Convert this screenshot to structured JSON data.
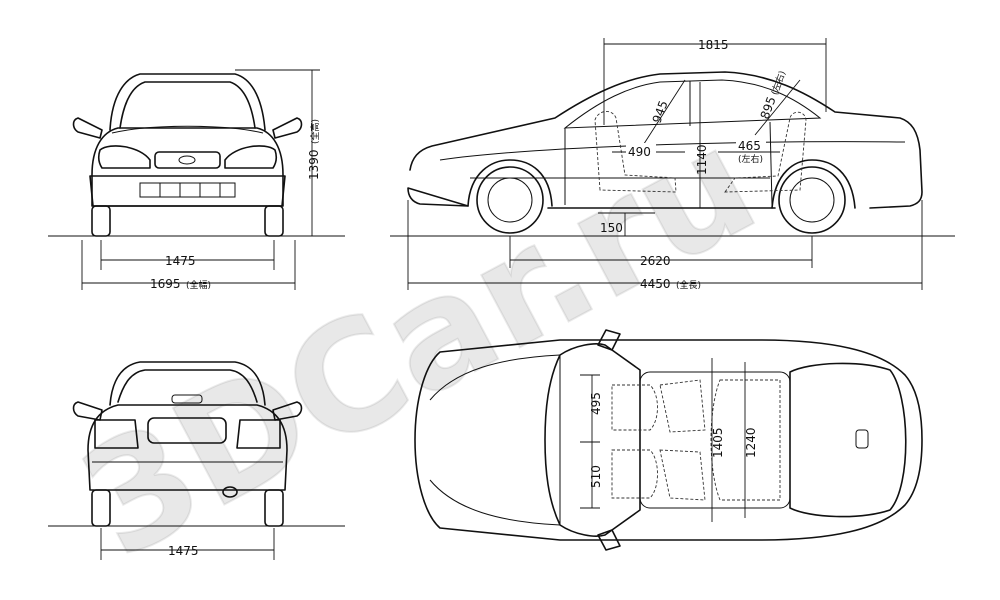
{
  "watermark": "3DCar.ru",
  "front_view": {
    "track": "1475",
    "width": "1695",
    "width_note": "(全幅)",
    "height": "1390",
    "height_note": "(全高)"
  },
  "side_view": {
    "top_width": "1815",
    "front_legroom": "945",
    "rear_legroom": "895",
    "rear_legroom_note": "(左右)",
    "seat_depth_front": "490",
    "cabin_height": "1140",
    "seat_depth_rear": "465",
    "seat_depth_rear_note": "(左右)",
    "ground_clearance": "150",
    "wheelbase": "2620",
    "length": "4450",
    "length_note": "(全長)"
  },
  "rear_view": {
    "track": "1475"
  },
  "top_view": {
    "front_seat_width": "495",
    "rear_seat_width": "510",
    "front_shoulder": "1405",
    "rear_shoulder": "1240"
  },
  "colors": {
    "line": "#111111",
    "watermark": "#969696"
  }
}
